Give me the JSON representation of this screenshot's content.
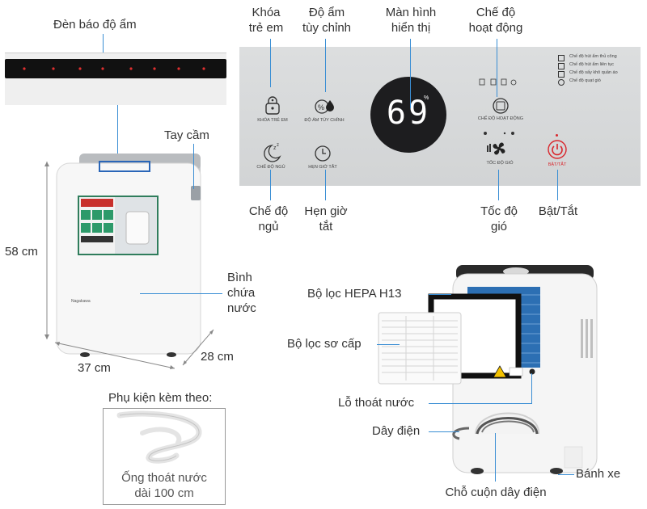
{
  "indicator": {
    "label": "Đèn báo độ ẩm"
  },
  "control_panel": {
    "display_value": "69",
    "display_unit": "%",
    "buttons": {
      "child_lock": "KHÓA TRẺ EM",
      "humidity": "ĐỘ ẨM TÙY CHỈNH",
      "sleep": "CHẾ ĐỘ NGỦ",
      "timer": "HẸN GIỜ TẮT",
      "mode": "CHẾ ĐỘ HOẠT ĐỘNG",
      "fan": "TỐC ĐỘ GIÓ",
      "power": "BẬT/TẮT"
    },
    "mode_legend": [
      "Chế độ hút ẩm thủ công",
      "Chế độ hút ẩm liên tục",
      "Chế độ sấy khô quần áo",
      "Chế độ quạt gió"
    ]
  },
  "callouts": {
    "child_lock": [
      "Khóa",
      "trẻ em"
    ],
    "humidity": [
      "Độ ẩm",
      "tùy chỉnh"
    ],
    "display": [
      "Màn hình",
      "hiển thị"
    ],
    "mode": [
      "Chế độ",
      "hoạt động"
    ],
    "sleep": [
      "Chế độ",
      "ngủ"
    ],
    "timer": [
      "Hẹn giờ",
      "tắt"
    ],
    "fan": [
      "Tốc độ",
      "gió"
    ],
    "power": "Bật/Tắt"
  },
  "front_view": {
    "handle": "Tay cầm",
    "tank": [
      "Bình",
      "chứa",
      "nước"
    ],
    "height": "58 cm",
    "width": "37 cm",
    "depth": "28 cm",
    "brand": "Nagakawa"
  },
  "accessories": {
    "title": "Phụ kiện kèm theo:",
    "item": [
      "Ống thoát nước",
      "dài 100 cm"
    ]
  },
  "back_view": {
    "hepa": "Bộ lọc HEPA H13",
    "pre_filter": "Bộ lọc sơ cấp",
    "drain": "Lỗ thoát nước",
    "cord": "Dây điện",
    "wheel": "Bánh xe",
    "cord_wrap": "Chỗ cuộn dây điện"
  },
  "colors": {
    "leader": "#3a8ed4",
    "panel_bg": "#d9dbdc",
    "display_digits": "#ffffff",
    "power_red": "#d9262c",
    "dimension_line": "#888888"
  }
}
